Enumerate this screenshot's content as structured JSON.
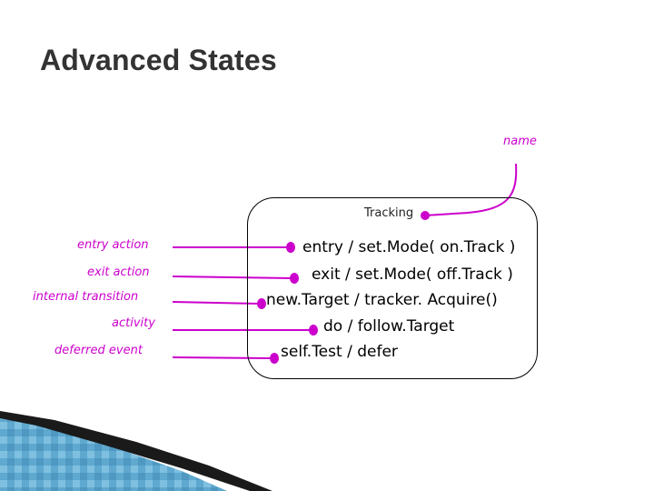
{
  "title": "Advanced States",
  "state": {
    "name": "Tracking",
    "name_callout": "name",
    "lines": [
      "entry / set.Mode( on.Track )",
      "exit / set.Mode( off.Track )",
      "new.Target / tracker. Acquire()",
      "do / follow.Target",
      "self.Test / defer"
    ]
  },
  "callouts": [
    "entry action",
    "exit action",
    "internal transition",
    "activity",
    "deferred event"
  ],
  "colors": {
    "accent": "#cc00cc",
    "title": "#333333",
    "slide_bar_dark": "#1a1a1a",
    "slide_bar_blue": "#6fb5d6"
  }
}
